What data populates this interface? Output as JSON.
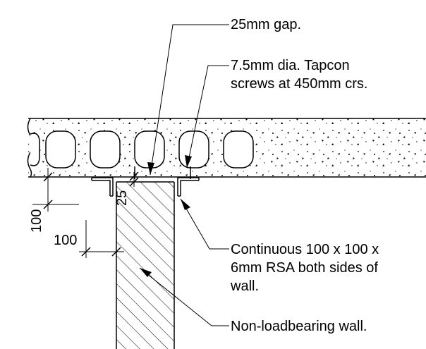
{
  "annotations": {
    "gap_label": "25mm gap.",
    "screws_line1": "7.5mm dia. Tapcon",
    "screws_line2": "screws at 450mm crs.",
    "rsa_line1": "Continuous 100 x 100 x",
    "rsa_line2": "6mm RSA both sides of",
    "rsa_line3": "wall.",
    "wall_label": "Non-loadbearing wall."
  },
  "dimensions": {
    "gap": "25",
    "slab_offset": "100",
    "wall_offset": "100"
  },
  "colors": {
    "line": "#000000",
    "background": "#ffffff"
  }
}
